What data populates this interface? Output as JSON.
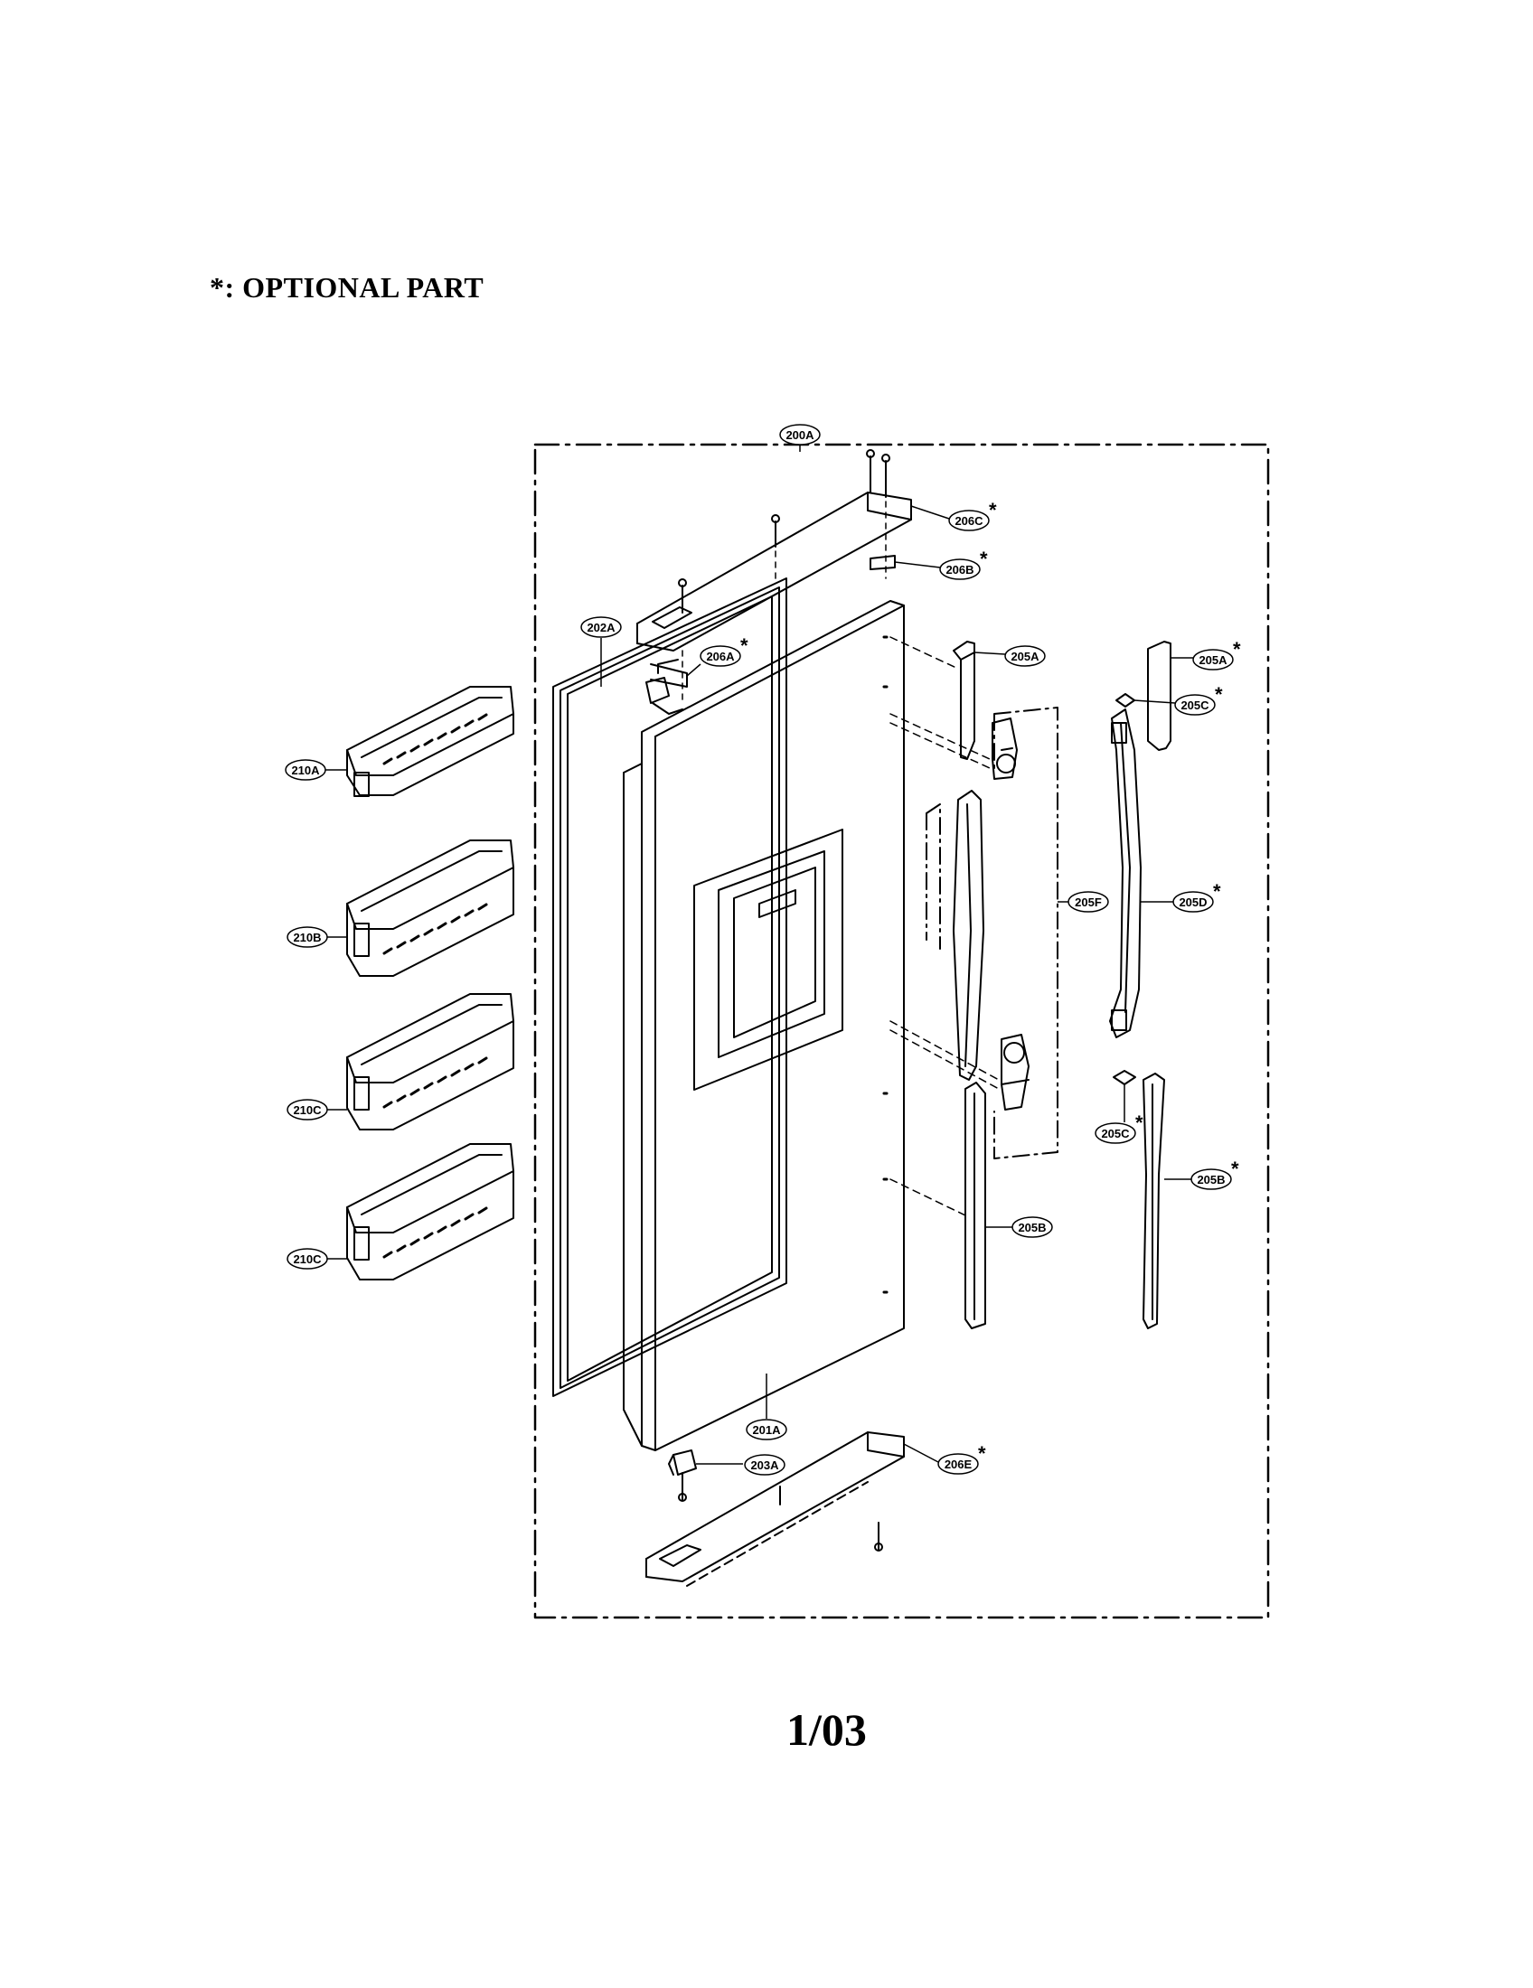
{
  "header": {
    "note": "*: OPTIONAL PART"
  },
  "footer": {
    "page_number": "1/03"
  },
  "callouts": [
    {
      "label": "200A",
      "optional": false
    },
    {
      "label": "206C",
      "optional": true
    },
    {
      "label": "206B",
      "optional": true
    },
    {
      "label": "202A",
      "optional": false
    },
    {
      "label": "206A",
      "optional": true
    },
    {
      "label": "205A",
      "optional": false
    },
    {
      "label": "205A",
      "optional": true
    },
    {
      "label": "205C",
      "optional": true
    },
    {
      "label": "210A",
      "optional": false
    },
    {
      "label": "205F",
      "optional": false
    },
    {
      "label": "205D",
      "optional": true
    },
    {
      "label": "210B",
      "optional": false
    },
    {
      "label": "210C",
      "optional": false
    },
    {
      "label": "205C",
      "optional": true
    },
    {
      "label": "205B",
      "optional": true
    },
    {
      "label": "205B",
      "optional": false
    },
    {
      "label": "210C",
      "optional": false
    },
    {
      "label": "201A",
      "optional": false
    },
    {
      "label": "206E",
      "optional": true
    },
    {
      "label": "203A",
      "optional": false
    }
  ],
  "optional_marker": "*"
}
